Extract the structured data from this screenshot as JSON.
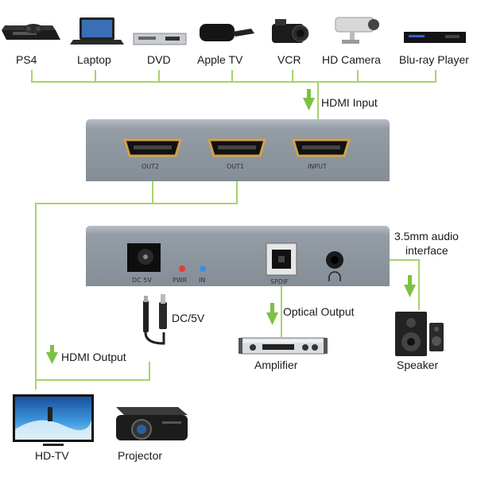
{
  "sources": [
    "PS4",
    "Laptop",
    "DVD",
    "Apple TV",
    "VCR",
    "HD Camera",
    "Blu-ray Player"
  ],
  "flows": {
    "hdmi_input": "HDMI Input",
    "hdmi_output": "HDMI Output",
    "optical_output": "Optical Output",
    "audio_interface_line1": "3.5mm audio",
    "audio_interface_line2": "interface",
    "power": "DC/5V"
  },
  "front_panel": {
    "out2": "OUT2",
    "out1": "OUT1",
    "input": "INPUT"
  },
  "back_panel": {
    "dc": "DC 5V",
    "pwr": "PWR",
    "in": "IN",
    "spdif": "SPDIF"
  },
  "outputs": [
    "HD-TV",
    "Projector"
  ],
  "audio_devices": {
    "amplifier": "Amplifier",
    "speaker": "Speaker"
  },
  "colors": {
    "line": "#a6d46a",
    "arrow": "#7cc242",
    "box": "#8a929b",
    "led_pwr": "#e23b3b",
    "led_in": "#3b8fe2"
  }
}
